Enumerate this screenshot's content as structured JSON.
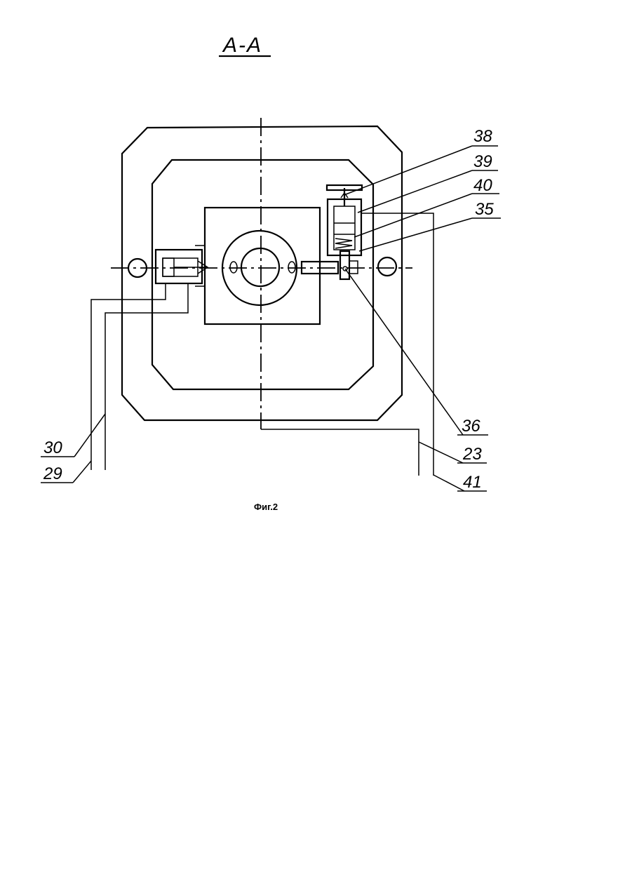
{
  "section_title": "A-A",
  "figure_caption": "Фиг.2",
  "callouts": {
    "c38": "38",
    "c39": "39",
    "c40": "40",
    "c35": "35",
    "c36": "36",
    "c30": "30",
    "c29": "29",
    "c23": "23",
    "c41": "41"
  }
}
